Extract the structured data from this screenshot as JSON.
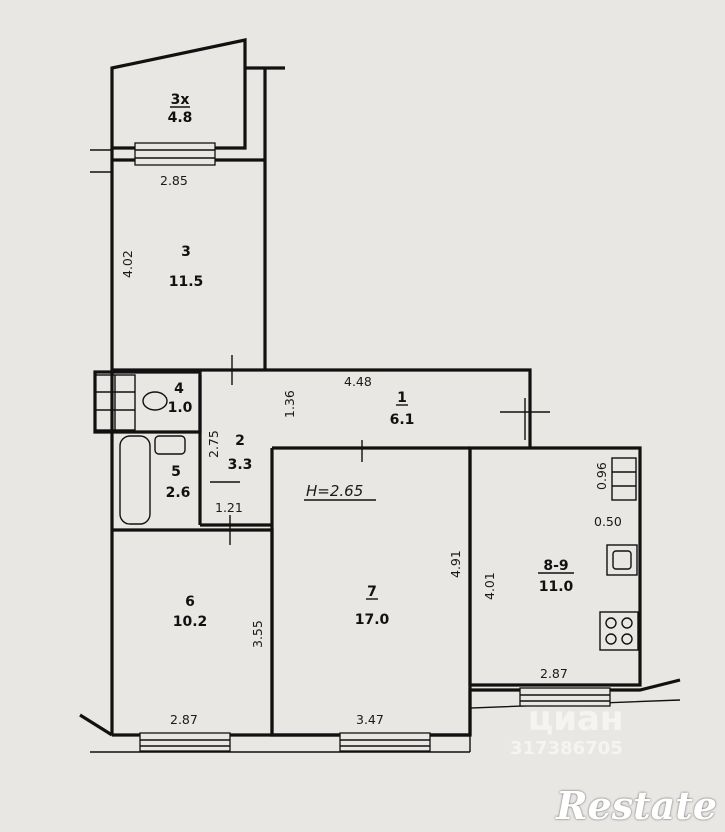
{
  "ceiling_height": "H=2.65",
  "rooms": {
    "balcony": {
      "num": "3x",
      "area": "4.8"
    },
    "r1": {
      "num": "1",
      "area": "6.1"
    },
    "r2": {
      "num": "2",
      "area": "3.3"
    },
    "r3": {
      "num": "3",
      "area": "11.5"
    },
    "r4": {
      "num": "4",
      "area": "1.0"
    },
    "r5": {
      "num": "5",
      "area": "2.6"
    },
    "r6": {
      "num": "6",
      "area": "10.2"
    },
    "r7": {
      "num": "7",
      "area": "17.0"
    },
    "r89": {
      "num": "8-9",
      "area": "11.0"
    }
  },
  "dims": {
    "d_285": "2.85",
    "d_402": "4.02",
    "d_448": "4.48",
    "d_136": "1.36",
    "d_275": "2.75",
    "d_121": "1.21",
    "d_355": "3.55",
    "d_491": "4.91",
    "d_401": "4.01",
    "d_096": "0.96",
    "d_050": "0.50",
    "d_287_left": "2.87",
    "d_347": "3.47",
    "d_287_right": "2.87"
  },
  "watermark": {
    "brand": "циан",
    "id": "317386705"
  },
  "logo": "Restate"
}
